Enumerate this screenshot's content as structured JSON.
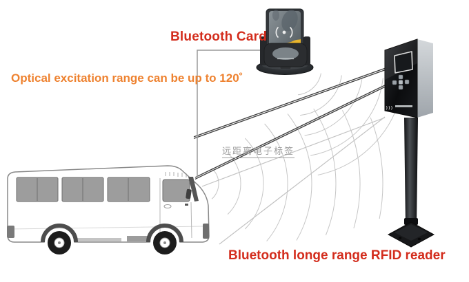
{
  "labels": {
    "bluetooth_card": "Bluetooth Card",
    "optical_range": "Optical excitation range can be up to 120˚",
    "tag_cn": "远距离电子标签",
    "rfid_reader": "Bluetooth longe range RFID reader"
  },
  "reader": {
    "logo_mark": ")))"
  },
  "colors": {
    "label_red": "#d32c1c",
    "label_orange": "#ee8230",
    "label_gray": "#9e9e9e",
    "leader_gray": "#9a9a9a",
    "line_dark": "#3e3e3e",
    "line_light": "#c2c2c2",
    "arc_gray": "#c6c6c6",
    "card_yellow": "#e8b42c",
    "bus_window": "#9d9d9d",
    "bus_outline": "#898989"
  }
}
